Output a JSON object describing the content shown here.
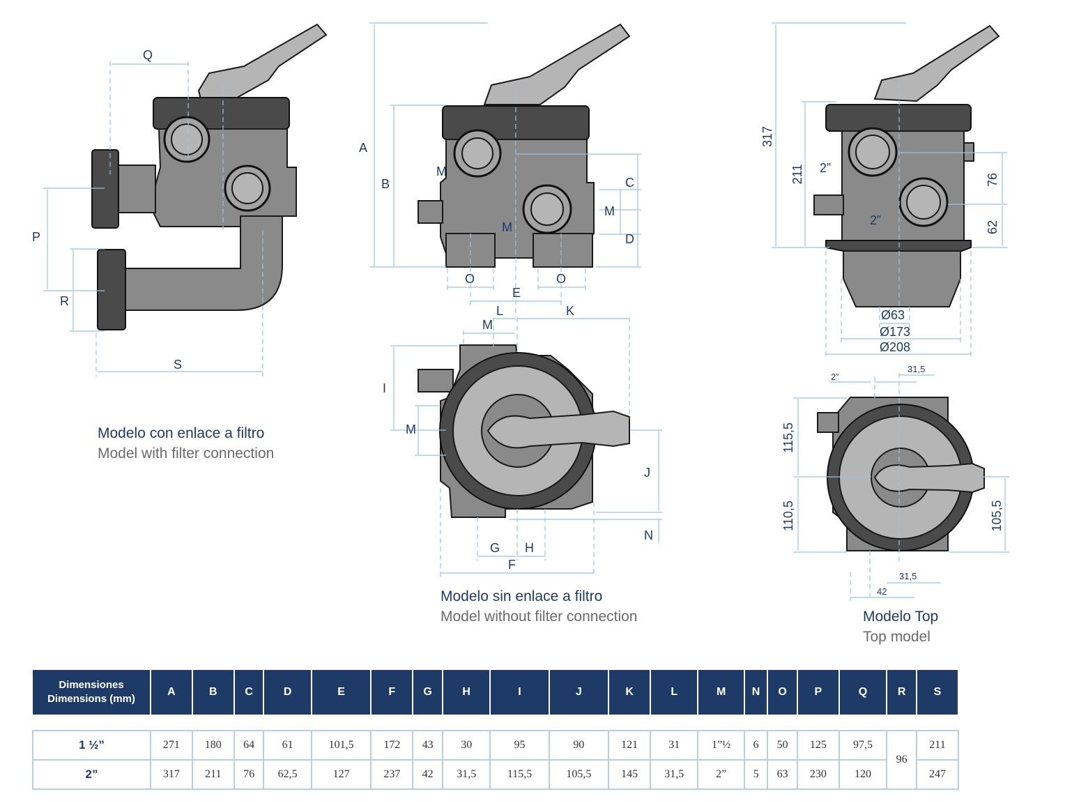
{
  "drawing_labels": {
    "left": {
      "Q": "Q",
      "P": "P",
      "R": "R",
      "S": "S"
    },
    "middle_front": {
      "A": "A",
      "B": "B",
      "C": "C",
      "M1": "M",
      "M2": "M",
      "M3": "M",
      "D": "D",
      "O1": "O",
      "O2": "O",
      "E": "E"
    },
    "middle_top": {
      "L": "L",
      "K": "K",
      "M1": "M",
      "I": "I",
      "M2": "M",
      "J": "J",
      "N": "N",
      "G": "G",
      "H": "H",
      "F": "F"
    },
    "right_front": {
      "d317": "317",
      "d211": "211",
      "d2in_a": "2”",
      "d76": "76",
      "d2in_b": "2”",
      "d62": "62",
      "phi63": "Ø63",
      "phi173": "Ø173",
      "phi208": "Ø208"
    },
    "right_top": {
      "d2in": "2”",
      "d31_5_top": "31,5",
      "d115_5": "115,5",
      "d110_5": "110,5",
      "d105_5": "105,5",
      "d31_5_bottom": "31,5",
      "d42": "42"
    }
  },
  "captions": {
    "filter": {
      "es": "Modelo con enlace a filtro",
      "en": "Model with filter connection"
    },
    "nofilter": {
      "es": "Modelo sin enlace a filtro",
      "en": "Model without filter connection"
    },
    "top": {
      "es": "Modelo Top",
      "en": "Top model"
    }
  },
  "table": {
    "header_es": "Dimensiones",
    "header_en": "Dimensions (mm)",
    "columns": [
      "A",
      "B",
      "C",
      "D",
      "E",
      "F",
      "G",
      "H",
      "I",
      "J",
      "K",
      "L",
      "M",
      "N",
      "O",
      "P",
      "Q",
      "R",
      "S"
    ],
    "rows": [
      {
        "label": "1 ½”",
        "values": [
          "271",
          "180",
          "64",
          "61",
          "101,5",
          "172",
          "43",
          "30",
          "95",
          "90",
          "121",
          "31",
          "1”½",
          "6",
          "50",
          "125",
          "97,5",
          "96",
          "211"
        ]
      },
      {
        "label": "2”",
        "values": [
          "317",
          "211",
          "76",
          "62,5",
          "127",
          "237",
          "42",
          "31,5",
          "115,5",
          "105,5",
          "145",
          "31,5",
          "2”",
          "5",
          "63",
          "230",
          "120",
          "",
          "247"
        ]
      }
    ]
  },
  "colors": {
    "navy": "#1e3a66",
    "dim_line": "#9cc3dc",
    "grey_body": "#8a8a8a"
  }
}
